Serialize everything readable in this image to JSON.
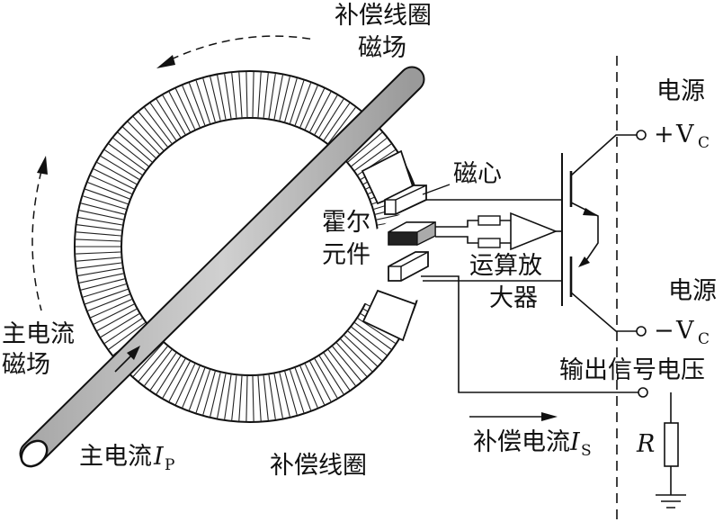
{
  "labels": {
    "comp_field_top": "补偿线圈",
    "comp_field_bottom": "磁场",
    "main_field_top": "主电流",
    "main_field_bottom": "磁场",
    "magnetic_core": "磁心",
    "hall_top": "霍尔",
    "hall_bottom": "元件",
    "opamp_top": "运算放",
    "opamp_bottom": "大器",
    "power_pos_title": "电源",
    "power_pos_sign": "+",
    "power_pos_v": "V",
    "power_pos_sub": "C",
    "power_neg_title": "电源",
    "power_neg_sign": "−",
    "power_neg_v": "V",
    "power_neg_sub": "C",
    "output_signal": "输出信号电压",
    "comp_current_text": "补偿电流",
    "comp_current_sym": "I",
    "comp_current_sub": "S",
    "resistor": "R",
    "main_current_text": "主电流",
    "main_current_sym": "I",
    "main_current_sub": "P",
    "comp_coil": "补偿线圈"
  }
}
